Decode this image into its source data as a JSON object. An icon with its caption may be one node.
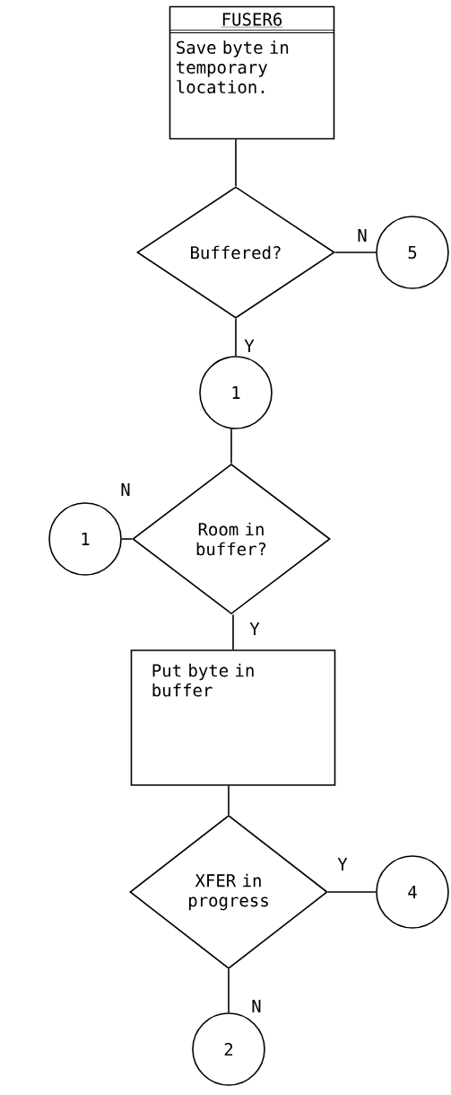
{
  "diagram": {
    "nodes": [
      {
        "text": [
          "FUSER6",
          "Save byte in temporary location."
        ]
      },
      {
        "text": [
          "Buffered?"
        ]
      },
      {
        "text": [
          "5"
        ]
      },
      {
        "text": [
          "1"
        ]
      },
      {
        "text": [
          "Room in buffer?"
        ]
      },
      {
        "text": [
          "1"
        ]
      },
      {
        "text": [
          "Put byte in buffer"
        ]
      },
      {
        "text": [
          "XFER in progress"
        ]
      },
      {
        "text": [
          "4"
        ]
      },
      {
        "text": [
          "2"
        ]
      }
    ],
    "edges": [
      {
        "from": 0,
        "to": 1,
        "arrow": "none"
      },
      {
        "from": 1,
        "to": 2,
        "arrow": "none",
        "label": "N"
      },
      {
        "from": 1,
        "to": 3,
        "arrow": "none",
        "label": "Y"
      },
      {
        "from": 3,
        "to": 4,
        "arrow": "none"
      },
      {
        "from": 4,
        "to": 5,
        "arrow": "none",
        "label": "N"
      },
      {
        "from": 4,
        "to": 6,
        "arrow": "none",
        "label": "Y"
      },
      {
        "from": 6,
        "to": 7,
        "arrow": "none"
      },
      {
        "from": 7,
        "to": 8,
        "arrow": "none",
        "label": "Y"
      },
      {
        "from": 7,
        "to": 9,
        "arrow": "none",
        "label": "N"
      }
    ]
  }
}
